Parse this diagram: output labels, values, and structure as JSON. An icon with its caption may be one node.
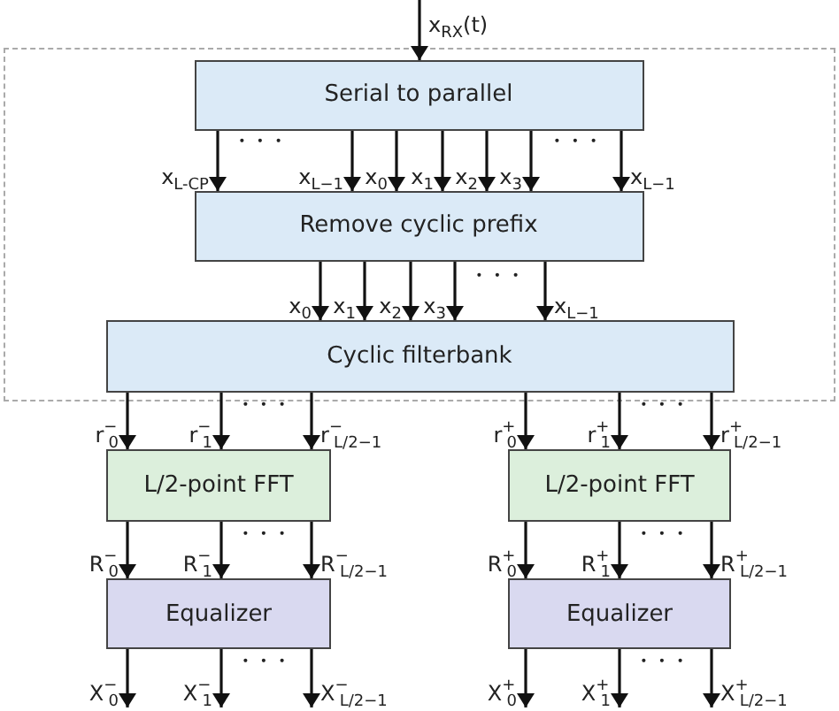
{
  "diagram": {
    "nodes": [
      {
        "text": [],
        "shape": "box"
      },
      {
        "text": [
          "Serial to parallel"
        ],
        "in": 0
      },
      {
        "text": [
          "Remove cyclic prefix"
        ],
        "in": 0
      },
      {
        "text": [
          "Cyclic filterbank"
        ],
        "in": 0
      },
      {
        "text": [
          "L/2-point FFT"
        ]
      },
      {
        "text": [
          "L/2-point FFT"
        ]
      },
      {
        "text": [
          "Equalizer"
        ]
      },
      {
        "text": [
          "Equalizer"
        ]
      }
    ],
    "edges": [
      {
        "from": null,
        "to": 1,
        "arrow": "to",
        "label": "x$_{RX}$(t)"
      },
      {
        "from": 1,
        "to": 2,
        "arrow": "to",
        "label": "x$_{L-CP}$"
      },
      {
        "from": 1,
        "to": 2,
        "arrow": "to",
        "label": "x$_{L−1}$"
      },
      {
        "from": 1,
        "to": 2,
        "arrow": "to",
        "label": "x$_{0}$"
      },
      {
        "from": 1,
        "to": 2,
        "arrow": "to",
        "label": "x$_{1}$"
      },
      {
        "from": 1,
        "to": 2,
        "arrow": "to",
        "label": "x$_{2}$"
      },
      {
        "from": 1,
        "to": 2,
        "arrow": "to",
        "label": "x$_{3}$"
      },
      {
        "from": 1,
        "to": 2,
        "arrow": "to",
        "label": "x$_{L−1}$"
      },
      {
        "from": 2,
        "to": 3,
        "arrow": "to",
        "label": "x$_{0}$"
      },
      {
        "from": 2,
        "to": 3,
        "arrow": "to",
        "label": "x$_{1}$"
      },
      {
        "from": 2,
        "to": 3,
        "arrow": "to",
        "label": "x$_{2}$"
      },
      {
        "from": 2,
        "to": 3,
        "arrow": "to",
        "label": "x$_{3}$"
      },
      {
        "from": 2,
        "to": 3,
        "arrow": "to",
        "label": "x$_{L−1}$"
      },
      {
        "from": 3,
        "to": 4,
        "arrow": "to",
        "label": "r$^{−}$$_{0}$"
      },
      {
        "from": 3,
        "to": 4,
        "arrow": "to",
        "label": "r$^{−}$$_{1}$"
      },
      {
        "from": 3,
        "to": 4,
        "arrow": "to",
        "label": "r$^{−}$$_{L/2−1}$"
      },
      {
        "from": 3,
        "to": 5,
        "arrow": "to",
        "label": "r$^{+}$$_{0}$"
      },
      {
        "from": 3,
        "to": 5,
        "arrow": "to",
        "label": "r$^{+}$$_{1}$"
      },
      {
        "from": 3,
        "to": 5,
        "arrow": "to",
        "label": "r$^{+}$$_{L/2−1}$"
      },
      {
        "from": 4,
        "to": 6,
        "arrow": "to",
        "label": "R$^{−}$$_{0}$"
      },
      {
        "from": 4,
        "to": 6,
        "arrow": "to",
        "label": "R$^{−}$$_{1}$"
      },
      {
        "from": 4,
        "to": 6,
        "arrow": "to",
        "label": "R$^{−}$$_{L/2−1}$"
      },
      {
        "from": 5,
        "to": 7,
        "arrow": "to",
        "label": "R$^{+}$$_{0}$"
      },
      {
        "from": 5,
        "to": 7,
        "arrow": "to",
        "label": "R$^{+}$$_{1}$"
      },
      {
        "from": 5,
        "to": 7,
        "arrow": "to",
        "label": "R$^{+}$$_{L/2−1}$"
      },
      {
        "from": 6,
        "to": null,
        "arrow": "to",
        "label": "X$^{−}$$_{0}$"
      },
      {
        "from": 6,
        "to": null,
        "arrow": "to",
        "label": "X$^{−}$$_{1}$"
      },
      {
        "from": 6,
        "to": null,
        "arrow": "to",
        "label": "X$^{−}$$_{L/2−1}$"
      },
      {
        "from": 7,
        "to": null,
        "arrow": "to",
        "label": "X$^{+}$$_{0}$"
      },
      {
        "from": 7,
        "to": null,
        "arrow": "to",
        "label": "X$^{+}$$_{1}$"
      },
      {
        "from": 7,
        "to": null,
        "arrow": "to",
        "label": "X$^{+}$$_{L/2−1}$"
      }
    ],
    "labels": [
      "• • •",
      "• • •",
      "• • •",
      "• • •",
      "• • •",
      "• • •",
      "• • •",
      "• • •",
      "• • •"
    ]
  }
}
